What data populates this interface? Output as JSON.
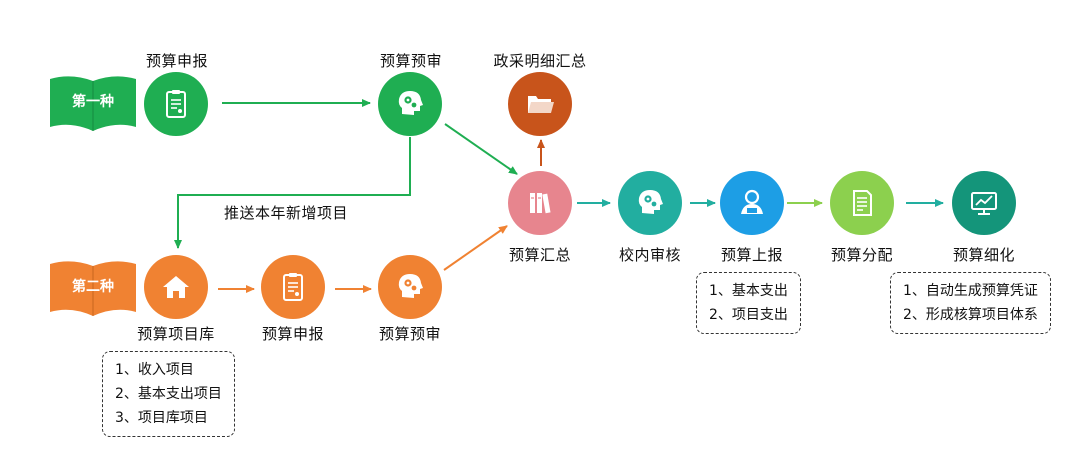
{
  "colors": {
    "green": "#1fae52",
    "orange": "#f08232",
    "dark_orange": "#c8541b",
    "pink": "#e7858e",
    "teal": "#22aea0",
    "blue": "#1d9ee5",
    "light_green": "#8cd04e",
    "dark_teal": "#14957a"
  },
  "row1": {
    "tag": "第一种",
    "step1": {
      "label": "预算申报",
      "icon": "clipboard-icon"
    },
    "step2": {
      "label": "预算预审",
      "icon": "head-gear-icon"
    }
  },
  "row2": {
    "tag": "第二种",
    "step1": {
      "label": "预算项目库",
      "icon": "home-icon"
    },
    "step2": {
      "label": "预算申报",
      "icon": "clipboard-icon"
    },
    "step3": {
      "label": "预算预审",
      "icon": "head-gear-icon"
    }
  },
  "push_label": "推送本年新增项目",
  "hub": {
    "label": "预算汇总",
    "icon": "books-icon"
  },
  "procurement": {
    "label": "政采明细汇总",
    "icon": "folder-icon"
  },
  "chain": {
    "review": {
      "label": "校内审核",
      "icon": "head-gear-icon"
    },
    "report": {
      "label": "预算上报",
      "icon": "person-icon"
    },
    "allocate": {
      "label": "预算分配",
      "icon": "document-icon"
    },
    "refine": {
      "label": "预算细化",
      "icon": "monitor-chart-icon"
    }
  },
  "notes": {
    "project_library": [
      "1、收入项目",
      "2、基本支出项目",
      "3、项目库项目"
    ],
    "report": [
      "1、基本支出",
      "2、项目支出"
    ],
    "refine": [
      "1、自动生成预算凭证",
      "2、形成核算项目体系"
    ]
  }
}
